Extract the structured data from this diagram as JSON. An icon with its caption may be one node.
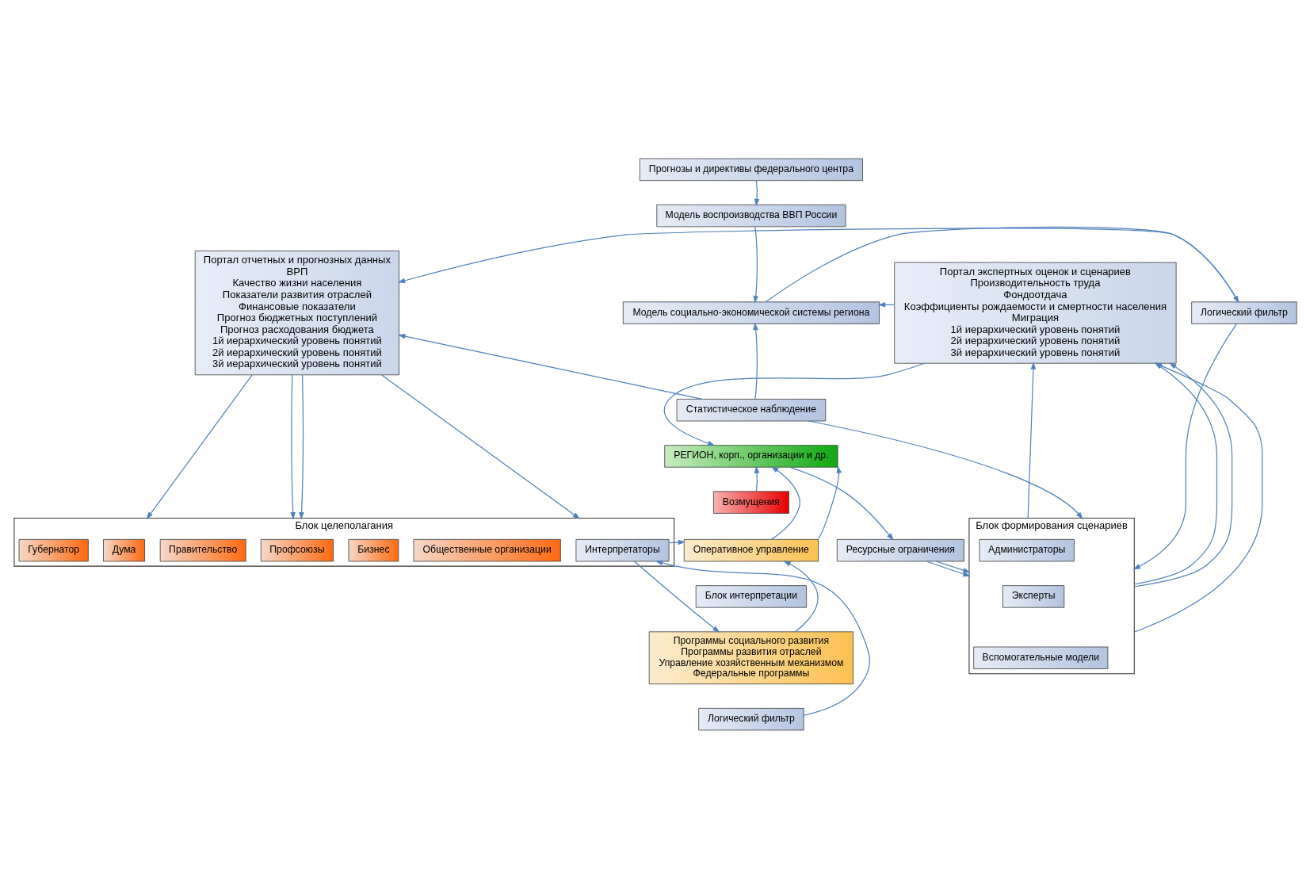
{
  "diagram": {
    "nodes": [
      {
        "text": [
          "Прогнозы и директивы федерального центра"
        ]
      },
      {
        "text": [
          "Портал отчетных и прогнозных данных",
          "ВРП",
          "Качество жизни населения",
          "Показатели развития отраслей",
          "Финансовые показатели",
          "Прогноз бюджетных поступлений",
          "Прогноз расходования бюджета",
          "1й иерархический уровень понятий",
          "2й иерархический уровень понятий",
          "3й иерархический уровень понятий"
        ]
      },
      {
        "text": [
          "Модель воспроизводства ВВП России"
        ]
      },
      {
        "text": [
          "Логический фильтр"
        ]
      },
      {
        "text": [
          "Модель социально-экономической системы региона"
        ]
      },
      {
        "text": [
          "Портал экспертных оценок и сценариев",
          "Производительность труда",
          "Фондоотдача",
          "Коэффициенты рождаемости и смертности населения",
          "Миграция",
          "1й иерархический уровень понятий",
          "2й иерархический уровень понятий",
          "3й иерархический уровень понятий"
        ]
      },
      {
        "text": [
          "Статистическое наблюдение"
        ]
      },
      {
        "text": [
          "РЕГИОН, корп., организации и др."
        ]
      },
      {
        "text": [
          "Возмущения"
        ]
      },
      {
        "text": [
          "Блок целеполагания"
        ]
      },
      {
        "text": [
          "Губернатор"
        ],
        "in": 9
      },
      {
        "text": [
          "Дума"
        ],
        "in": 9
      },
      {
        "text": [
          "Правительство"
        ],
        "in": 9
      },
      {
        "text": [
          "Профсоюзы"
        ],
        "in": 9
      },
      {
        "text": [
          "Бизнес"
        ],
        "in": 9
      },
      {
        "text": [
          "Общественные организации"
        ],
        "in": 9
      },
      {
        "text": [
          "Интерпретаторы"
        ],
        "in": 9
      },
      {
        "text": [
          "Оперативное управление"
        ]
      },
      {
        "text": [
          "Блок интерпретации"
        ]
      },
      {
        "text": [
          "Программы социального развития",
          "Программы развития отраслей",
          "Управление хозяйственным механизмом",
          "Федеральные программы"
        ]
      },
      {
        "text": [
          "Ресурсные ограничения"
        ]
      },
      {
        "text": [
          "Логический фильтр"
        ]
      },
      {
        "text": [
          "Блок формирования сценариев"
        ]
      },
      {
        "text": [
          "Администраторы"
        ],
        "in": 22
      },
      {
        "text": [
          "Эксперты"
        ],
        "in": 22
      },
      {
        "text": [
          "Вспомогательные модели"
        ],
        "in": 22
      }
    ],
    "edges": [
      {
        "from": 0,
        "to": 2,
        "arrow": "to"
      },
      {
        "from": 2,
        "to": 4,
        "arrow": "to"
      },
      {
        "from": 4,
        "to": 3,
        "arrow": "to"
      },
      {
        "from": 3,
        "to": 1,
        "arrow": "to"
      },
      {
        "from": 6,
        "to": 1,
        "arrow": "to"
      },
      {
        "from": 6,
        "to": 4,
        "arrow": "to"
      },
      {
        "from": 5,
        "to": 4,
        "arrow": "to"
      },
      {
        "from": 5,
        "to": 7,
        "arrow": "to"
      },
      {
        "from": 1,
        "to": 9,
        "arrow": "to"
      },
      {
        "from": 1,
        "to": 9,
        "arrow": "to"
      },
      {
        "from": 1,
        "to": 9,
        "arrow": "to"
      },
      {
        "from": 1,
        "to": 9,
        "arrow": "to"
      },
      {
        "from": 16,
        "to": 17,
        "arrow": "to"
      },
      {
        "from": 16,
        "to": 19,
        "arrow": "to"
      },
      {
        "from": 19,
        "to": 17,
        "arrow": "to"
      },
      {
        "from": 17,
        "to": 7,
        "arrow": "to"
      },
      {
        "from": 17,
        "to": 7,
        "arrow": "to"
      },
      {
        "from": 8,
        "to": 7,
        "arrow": "to"
      },
      {
        "from": 7,
        "to": 20,
        "arrow": "to"
      },
      {
        "from": 3,
        "to": 22,
        "arrow": "to"
      },
      {
        "from": 6,
        "to": 22,
        "arrow": "to"
      },
      {
        "from": 20,
        "to": 22,
        "arrow": "to"
      },
      {
        "from": 20,
        "to": 22,
        "arrow": "to"
      },
      {
        "from": 22,
        "to": 5,
        "arrow": "to"
      },
      {
        "from": 22,
        "to": 5,
        "arrow": "to"
      },
      {
        "from": 22,
        "to": 5,
        "arrow": "to"
      },
      {
        "from": 22,
        "to": 5,
        "arrow": "to"
      },
      {
        "from": 21,
        "to": 16,
        "arrow": "to"
      }
    ]
  }
}
